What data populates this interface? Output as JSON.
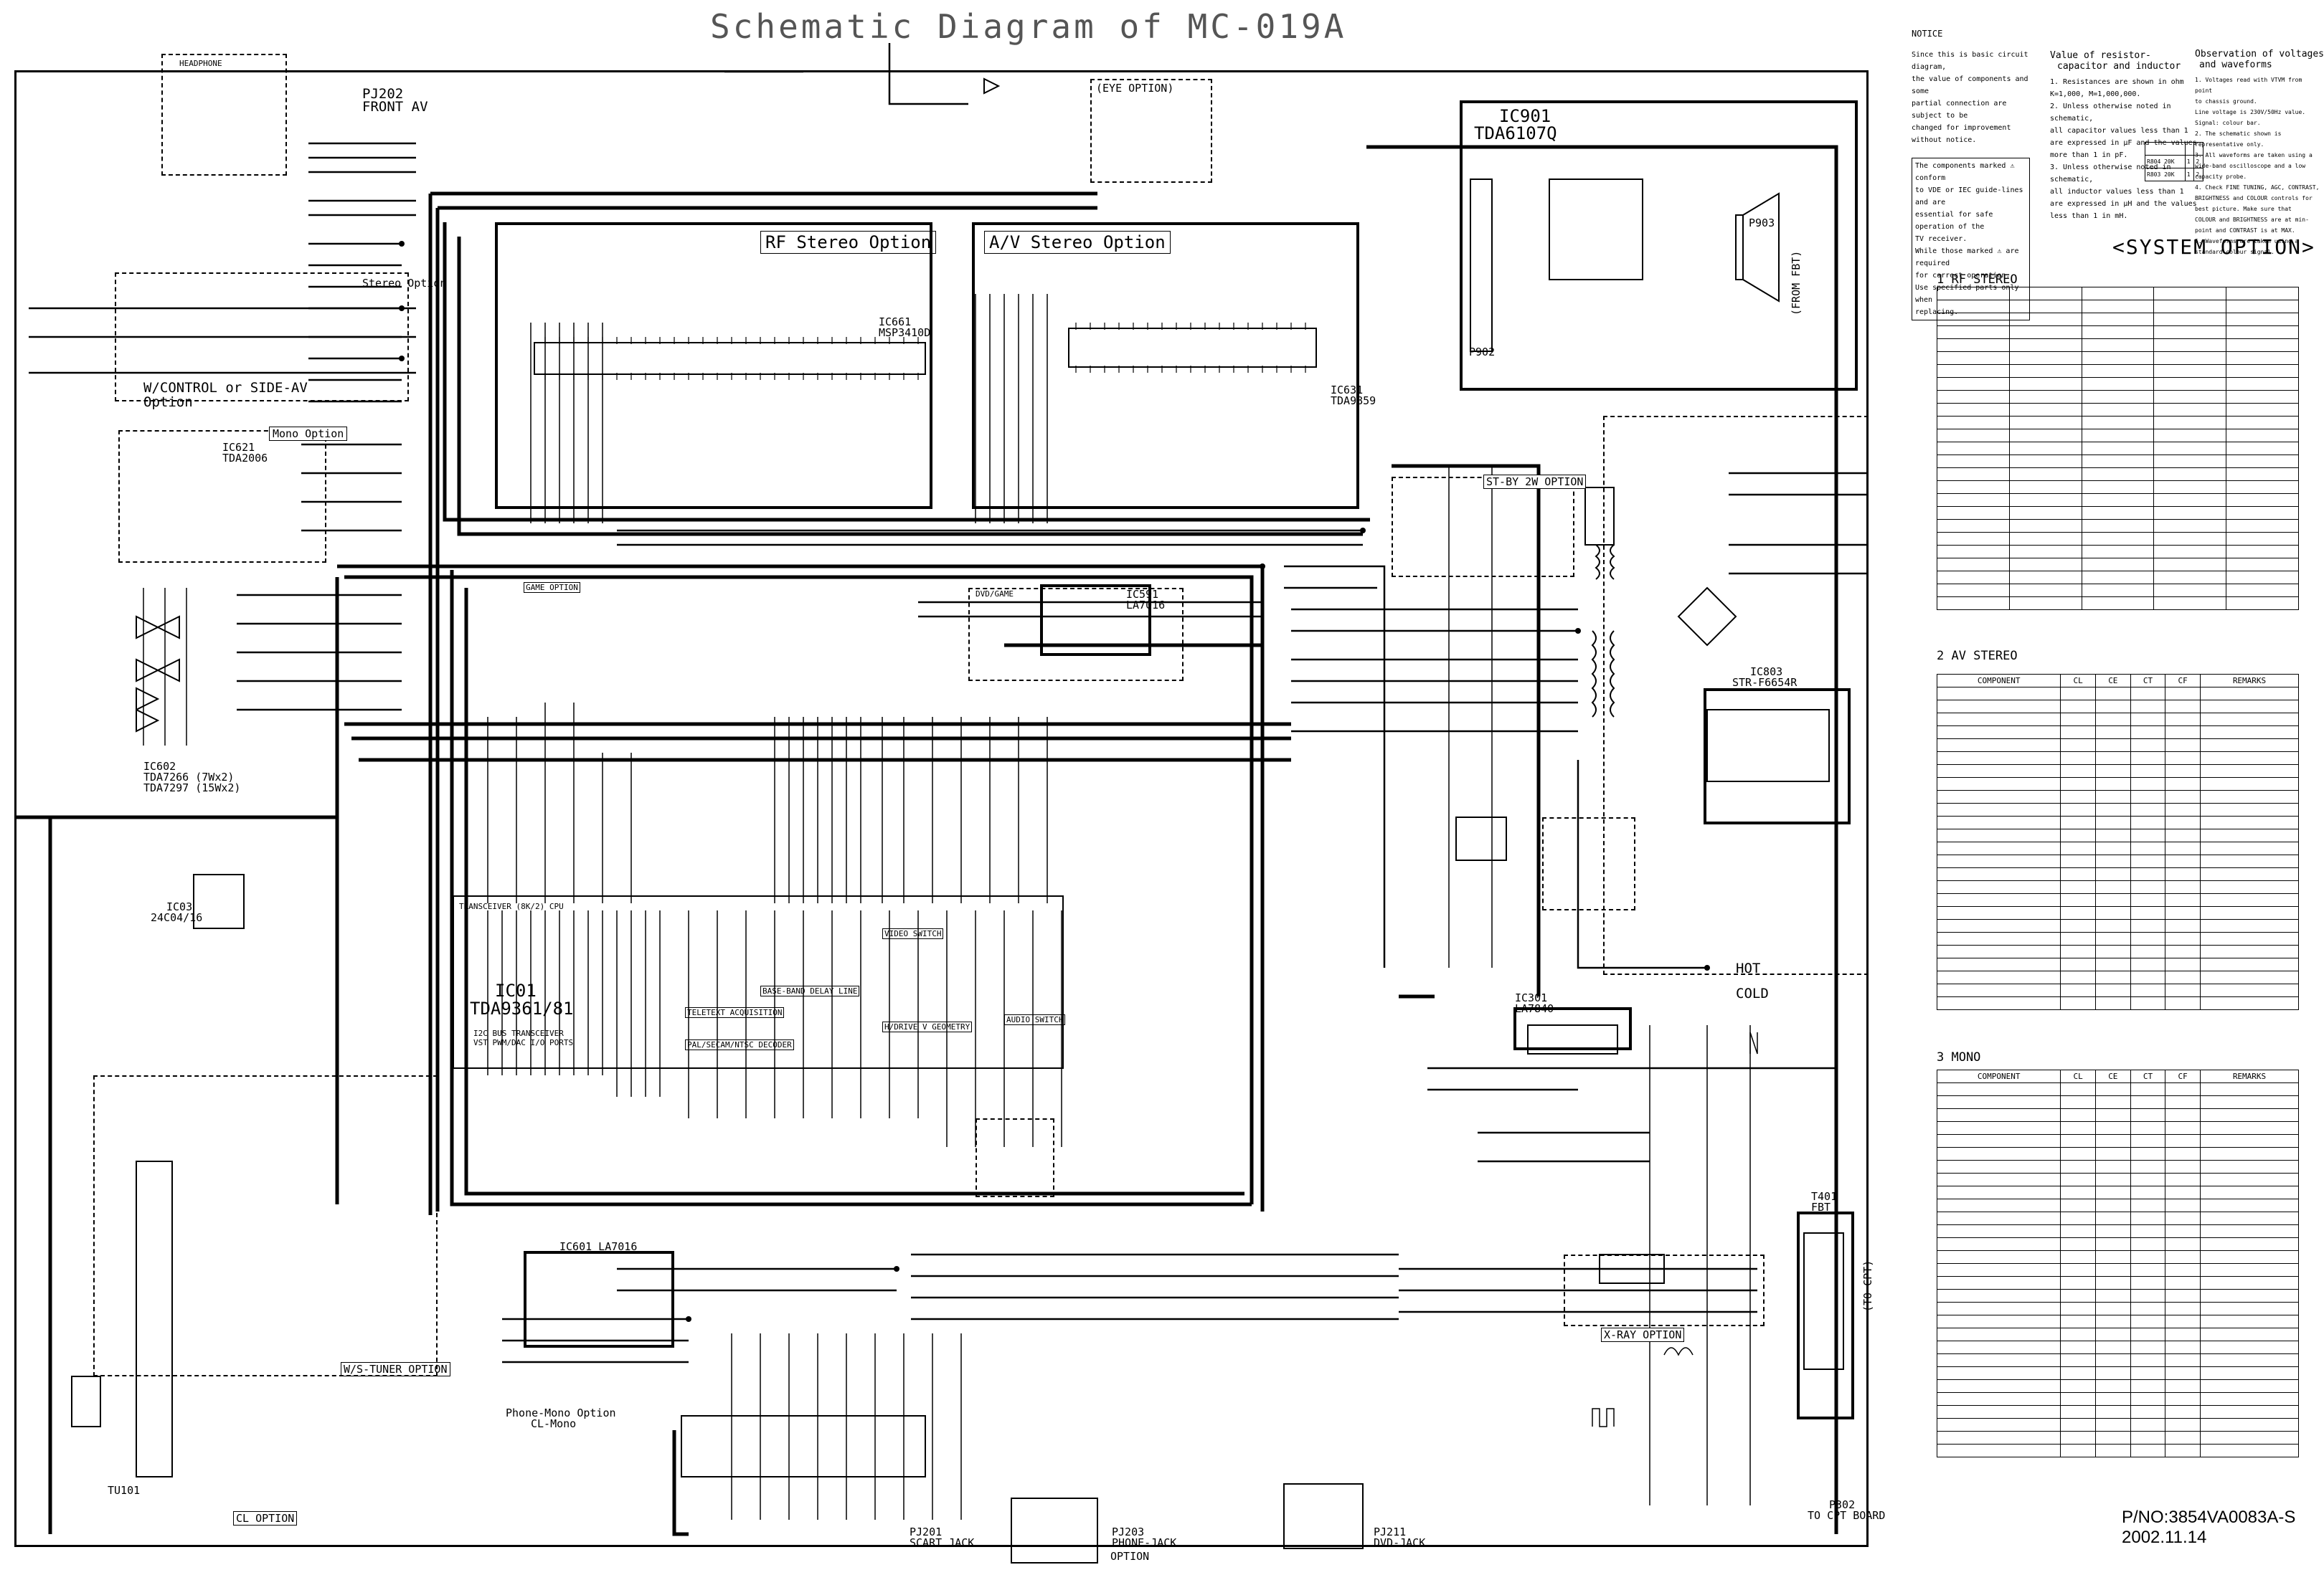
{
  "title": "Schematic Diagram of MC-019A",
  "notice": {
    "heading": "NOTICE",
    "intro": [
      "Since this is basic circuit diagram,",
      "the value of components and some",
      "partial connection are subject to be",
      "changed for improvement without notice."
    ],
    "safety": [
      "The components marked ⚠ conform",
      "to VDE or IEC guide-lines and are",
      "essential for safe operation of the",
      "TV receiver.",
      "While those marked ⚠ are required",
      "for correct operation.",
      "Use specified parts only when",
      "replacing."
    ]
  },
  "resistor_notes": {
    "heading": [
      "Value of resistor-",
      "capacitor and inductor"
    ],
    "items": [
      "1. Resistances are shown in ohm",
      "   K=1,000, M=1,000,000.",
      "2. Unless otherwise noted in schematic,",
      "   all capacitor values less than 1",
      "   are expressed in μF and the values",
      "   more than 1 in pF.",
      "3. Unless otherwise noted in schematic,",
      "   all inductor values less than 1",
      "   are expressed in μH and the values",
      "   less than 1 in mH."
    ],
    "table": {
      "head": [
        "",
        "",
        ""
      ],
      "rows": [
        [
          "R804 20K",
          "1",
          "2"
        ],
        [
          "R803 20K",
          "1",
          "2"
        ]
      ]
    }
  },
  "voltage_notes": {
    "heading": [
      "Observation of voltages",
      "and waveforms"
    ],
    "items": [
      "1. Voltages read with VTVM from point",
      "   to chassis ground.",
      "   Line voltage is 230V/50Hz value.",
      "   Signal: colour bar.",
      "2. The schematic shown is",
      "   representative only.",
      "3. All waveforms are taken using a",
      "   wide-band oscilloscope and a low",
      "   capacity probe.",
      "4. Check FINE TUNING, AGC, CONTRAST,",
      "   BRIGHTNESS and COLOUR controls for",
      "   best picture. Make sure that",
      "   COLOUR and BRIGHTNESS are at min-",
      "   point and CONTRAST is at MAX.",
      "5. Waveforms are taken using a",
      "   standard colour signal."
    ]
  },
  "system_option": {
    "title": "<SYSTEM OPTION>",
    "sections": [
      {
        "label": "1 RF STEREO",
        "columns": [
          "",
          "",
          "",
          "",
          ""
        ]
      },
      {
        "label": "2 AV STEREO",
        "columns": [
          "COMPONENT",
          "CL",
          "CE",
          "CT",
          "CF",
          "REMARKS"
        ]
      },
      {
        "label": "3 MONO",
        "columns": [
          "COMPONENT",
          "CL",
          "CE",
          "CT",
          "CF",
          "REMARKS"
        ]
      }
    ]
  },
  "blocks": {
    "rf_stereo": "RF Stereo Option",
    "av_stereo": "A/V Stereo Option",
    "ic901": "IC901",
    "ic901_part": "TDA6107Q",
    "p903": "P903",
    "p902": "P902",
    "from_fbt": "(FROM FBT)",
    "ic661": "IC661",
    "ic661_part": "MSP3410D",
    "ic631": "IC631",
    "ic631_part": "TDA9859",
    "pj202": "PJ202",
    "pj202_sub": "FRONT AV",
    "eye_option": "(EYE OPTION)",
    "headphone": "HEADPHONE",
    "stereo_option": "Stereo Option",
    "wcontrol": "W/CONTROL or SIDE-AV",
    "wcontrol_sub": "Option",
    "mono_option": "Mono Option",
    "ic621": "IC621",
    "ic621_part": "TDA2006",
    "ic602": "IC602",
    "ic602_parts": [
      "TDA7266 (7Wx2)",
      "TDA7297 (15Wx2)"
    ],
    "ic03": "IC03",
    "ic03_part": "24C04/16",
    "ic01": "IC01",
    "ic01_part": "TDA9361/81",
    "ic591": "IC591",
    "ic591_part": "LA7016",
    "ic601": "IC601 LA7016",
    "ic803": "IC803",
    "ic803_part": "STR-F6654R",
    "st_by": "ST-BY 2W OPTION",
    "hot": "HOT",
    "cold": "COLD",
    "ic301": "IC301",
    "ic301_part": "LA7840",
    "t401": "T401",
    "t401_sub": "FBT",
    "x_ray": "X-RAY OPTION",
    "to_cpt": "(TO CPT)",
    "p302": "P302",
    "p302_sub": "TO CPT BOARD",
    "tu101": "TU101",
    "ws_tuner": "W/S-TUNER OPTION",
    "cl_option": "CL OPTION",
    "phone_mono": "Phone-Mono Option",
    "phone_mono_sub": "CL-Mono",
    "pj201": "PJ201",
    "pj201_sub": "SCART JACK",
    "pj203": "PJ203",
    "pj203_sub": "PHONE-JACK",
    "pj203_opt": "OPTION",
    "pj211": "PJ211",
    "pj211_sub": "DVD-JACK",
    "dvd_game": "DVD/GAME",
    "game_option": "GAME OPTION",
    "mid_blocks": [
      "TRANSCEIVER (8K/2) CPU",
      "I2C BUS TRANSCEIVER",
      "VST PWM/DAC I/O PORTS",
      "TELETEXT ACQUISITION",
      "PAL/SECAM/NTSC DECODER",
      "BASE-BAND DELAY LINE",
      "H/DRIVE V GEOMETRY",
      "VIDEO SWITCH",
      "AUDIO SWITCH"
    ]
  },
  "pno": "P/NO:3854VA0083A-S",
  "date": "2002.11.14"
}
